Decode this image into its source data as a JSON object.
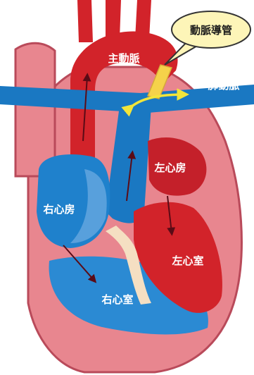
{
  "labels": {
    "aorta": "主動脈",
    "ductus": "動脈導管",
    "pulmonary_artery": "肺動脈",
    "left_atrium": "左心房",
    "right_atrium": "右心房",
    "left_ventricle": "左心室",
    "right_ventricle": "右心室"
  },
  "colors": {
    "oxygenated": "#d2232a",
    "deoxygenated": "#1a78c2",
    "ductus": "#f5d24a",
    "heart_wall": "#e8868f",
    "flow_arrow": "#6b0f1a",
    "shunt_arrow": "#f2e53a"
  }
}
